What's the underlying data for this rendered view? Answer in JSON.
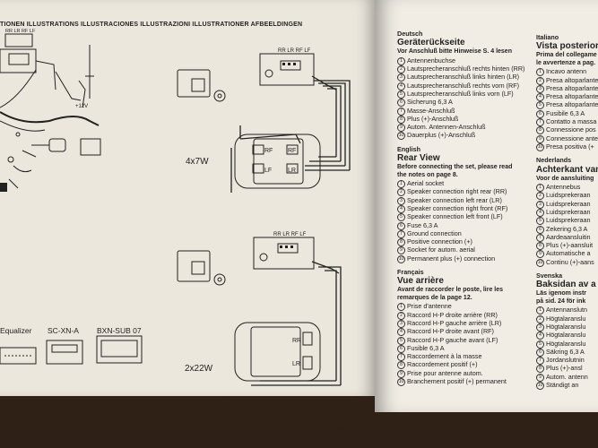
{
  "left": {
    "header": "TIONEN ILLUSTRATIONS ILLUSTRACIONES ILLUSTRAZIONI ILLUSTRATIONER AFBEELDINGEN",
    "top_plug": {
      "labels": "RR LR RF LF"
    },
    "label_12v": "+12V",
    "config1": {
      "label": "4x7W",
      "speakers": [
        "RF",
        "RF",
        "LF",
        "LR"
      ],
      "plug_labels": "RR LR RF LF"
    },
    "config2": {
      "label": "2x22W",
      "speakers": [
        "RR",
        "LR"
      ],
      "plug_labels": "RR LR RF LF"
    },
    "accessories": [
      "Equalizer",
      "SC-XN-A",
      "BXN-SUB 07"
    ]
  },
  "right": {
    "deutsch": {
      "lang": "Deutsch",
      "title": "Geräterückseite",
      "note": "Vor Anschluß bitte Hinweise S. 4 lesen",
      "items": [
        "Antennenbuchse",
        "Lautsprecheranschluß rechts hinten (RR)",
        "Lautsprecheranschluß links hinten (LR)",
        "Lautsprecheranschluß rechts vorn (RF)",
        "Lautsprecheranschluß links vorn (LF)",
        "Sicherung 6,3 A",
        "Masse-Anschluß",
        "Plus (+)-Anschluß",
        "Autom. Antennen-Anschluß",
        "Dauerplus (+)-Anschluß"
      ]
    },
    "english": {
      "lang": "English",
      "title": "Rear View",
      "note1": "Before connecting the set, please read",
      "note2": "the notes on page 8.",
      "items": [
        "Aerial socket",
        "Speaker connection right rear (RR)",
        "Speaker connection left rear (LR)",
        "Speaker connection right front (RF)",
        "Speaker connection left front (LF)",
        "Fuse 6,3 A",
        "Ground connection",
        "Positive connection (+)",
        "Socket for autom. aerial",
        "Permanent plus (+) connection"
      ]
    },
    "francais": {
      "lang": "Français",
      "title": "Vue arrière",
      "note1": "Avant de raccorder le poste, lire les",
      "note2": "remarques de la page 12.",
      "items": [
        "Prise d'antenne",
        "Raccord H-P droite arrière (RR)",
        "Raccord H-P gauche arrière (LR)",
        "Raccord H-P droite avant (RF)",
        "Raccord H-P gauche avant (LF)",
        "Fusible 6,3 A",
        "Raccordement à la masse",
        "Raccordement positif (+)",
        "Prise pour antenne autom.",
        "Branchement positif (+) permanent"
      ]
    },
    "italiano": {
      "lang": "Italiano",
      "title": "Vista posteriore",
      "note1": "Prima del collegame",
      "note2": "le avvertenze a pag.",
      "items": [
        "Incavo antenn",
        "Presa altoparlante",
        "Presa altoparlante",
        "Presa altoparlante",
        "Presa altoparlante",
        "Fusibile 6,3 A",
        "Contatto a massa",
        "Connessione pos",
        "Connessione ante",
        "Presa positiva (+"
      ]
    },
    "nederlands": {
      "lang": "Nederlands",
      "title": "Achterkant van",
      "note": "Voor de aansluiting",
      "items": [
        "Antennebus",
        "Luidsprekeraan",
        "Luidsprekeraan",
        "Luidsprekeraan",
        "Luidsprekeraan",
        "Zekering 6,3 A",
        "Aardeaansluitin",
        "Plus (+)-aansluit",
        "Automatische a",
        "Continu (+)-aans"
      ]
    },
    "svenska": {
      "lang": "Svenska",
      "title": "Baksidan av a",
      "note1": "Läs igenom instr",
      "note2": "på sid. 24 för ink",
      "items": [
        "Antennanslutn",
        "Högtalaranslu",
        "Högtalaranslu",
        "Högtalaranslu",
        "Högtalaranslu",
        "Säkring 6,3 A",
        "Jordanslutnin",
        "Plus (+)-ansl",
        "Autom. antenn",
        "Ständigt an"
      ]
    }
  }
}
